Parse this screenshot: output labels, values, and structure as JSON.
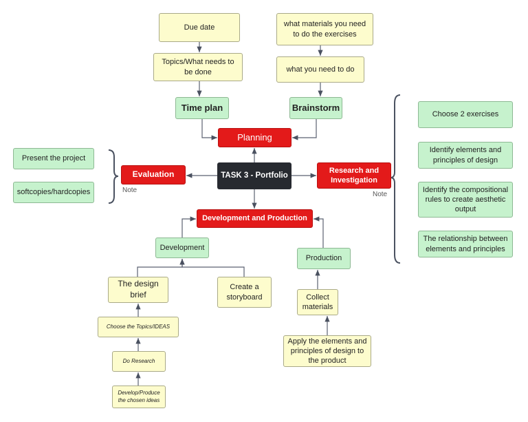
{
  "nodes": {
    "due_date": "Due date",
    "materials": "what materials you need to do the exercises",
    "topics": "Topics/What needs to be done",
    "need_to_do": "what you need to do",
    "time_plan": "Time plan",
    "brainstorm": "Brainstorm",
    "planning": "Planning",
    "task": "TASK 3 - Portfolio",
    "evaluation": "Evaluation",
    "research": "Research and Investigation",
    "dev_prod": "Development and Production",
    "present": "Present the project",
    "softcopies": "softcopies/hardcopies",
    "choose_exercises": "Choose 2 exercises",
    "identify_elements": "Identify elements and principles of design",
    "identify_rules": "Identify the compositional rules to create aesthetic output",
    "relationship": "The relationship between elements and principles",
    "development": "Development",
    "production": "Production",
    "design_brief": "The design brief",
    "storyboard": "Create a storyboard",
    "choose_topics": "Choose the Topics/IDEAS",
    "do_research": "Do Research",
    "develop_produce": "Develop/Produce the chosen ideas",
    "collect": "Collect materials",
    "apply": "Apply the elements and principles of design to the product"
  },
  "notes": {
    "evaluation_note": "Note",
    "research_note": "Note"
  },
  "colors": {
    "red": "#e31a1a",
    "green": "#c6f2cd",
    "yellow": "#fdfccd",
    "dark": "#272a30",
    "line": "#4a5160"
  }
}
